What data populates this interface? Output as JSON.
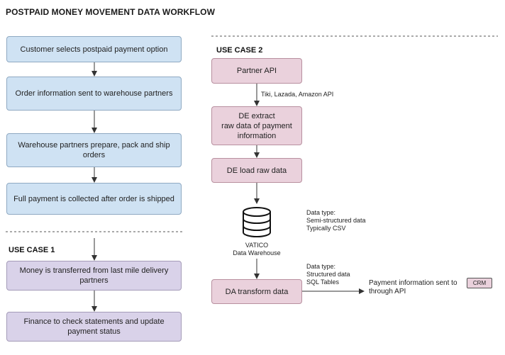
{
  "title": "POSTPAID MONEY MOVEMENT DATA WORKFLOW",
  "left_flow": [
    "Customer selects postpaid payment option",
    "Order information sent to warehouse partners",
    "Warehouse partners prepare, pack and  ship orders",
    "Full payment is collected after order is shipped"
  ],
  "use_case_1": {
    "label": "USE CASE 1",
    "steps": [
      "Money is transferred from last mile delivery partners",
      "Finance to check statements and update payment status"
    ]
  },
  "use_case_2": {
    "label": "USE CASE 2",
    "partner_api": "Partner API",
    "partner_api_note": "Tiki, Lazada, Amazon API",
    "extract": "DE extract\nraw data of payment information",
    "load": "DE load raw data",
    "warehouse_label": "VATICO\nData Warehouse",
    "warehouse_note": "Data type:\nSemi-structured data\nTypically CSV",
    "transform_note": "Data type:\nStructured data\nSQL Tables",
    "transform": "DA transform data",
    "output_text": "Payment information sent to\nthrough API",
    "crm": "CRM"
  },
  "colors": {
    "blue": "#cfe2f3",
    "purple": "#d9d2e9",
    "pink": "#ead1dc"
  }
}
